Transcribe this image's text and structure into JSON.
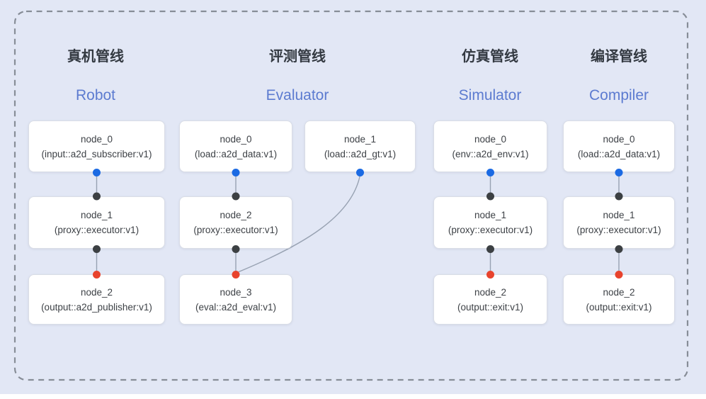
{
  "pipelines": [
    {
      "title_zh": "真机管线",
      "title_en": "Robot",
      "nodes": [
        {
          "name": "node_0",
          "impl": "(input::a2d_subscriber:v1)"
        },
        {
          "name": "node_1",
          "impl": "(proxy::executor:v1)"
        },
        {
          "name": "node_2",
          "impl": "(output::a2d_publisher:v1)"
        }
      ]
    },
    {
      "title_zh": "评测管线",
      "title_en": "Evaluator",
      "nodes": [
        {
          "name": "node_0",
          "impl": "(load::a2d_data:v1)"
        },
        {
          "name": "node_1",
          "impl": "(load::a2d_gt:v1)"
        },
        {
          "name": "node_2",
          "impl": "(proxy::executor:v1)"
        },
        {
          "name": "node_3",
          "impl": "(eval::a2d_eval:v1)"
        }
      ]
    },
    {
      "title_zh": "仿真管线",
      "title_en": "Simulator",
      "nodes": [
        {
          "name": "node_0",
          "impl": "(env::a2d_env:v1)"
        },
        {
          "name": "node_1",
          "impl": "(proxy::executor:v1)"
        },
        {
          "name": "node_2",
          "impl": "(output::exit:v1)"
        }
      ]
    },
    {
      "title_zh": "编译管线",
      "title_en": "Compiler",
      "nodes": [
        {
          "name": "node_0",
          "impl": "(load::a2d_data:v1)"
        },
        {
          "name": "node_1",
          "impl": "(proxy::executor:v1)"
        },
        {
          "name": "node_2",
          "impl": "(output::exit:v1)"
        }
      ]
    }
  ],
  "colors": {
    "bg": "#e2e7f5",
    "node_bg": "#ffffff",
    "node_border": "#d9dde6",
    "title_zh": "#343a42",
    "title_en": "#5c7bd0",
    "node_text": "#3d4146",
    "dot_blue": "#1b6ae3",
    "dot_dark": "#3c4043",
    "dot_red": "#e8432d",
    "edge": "#98a2b2",
    "frame": "#878d97",
    "strip": "#ffffff"
  }
}
